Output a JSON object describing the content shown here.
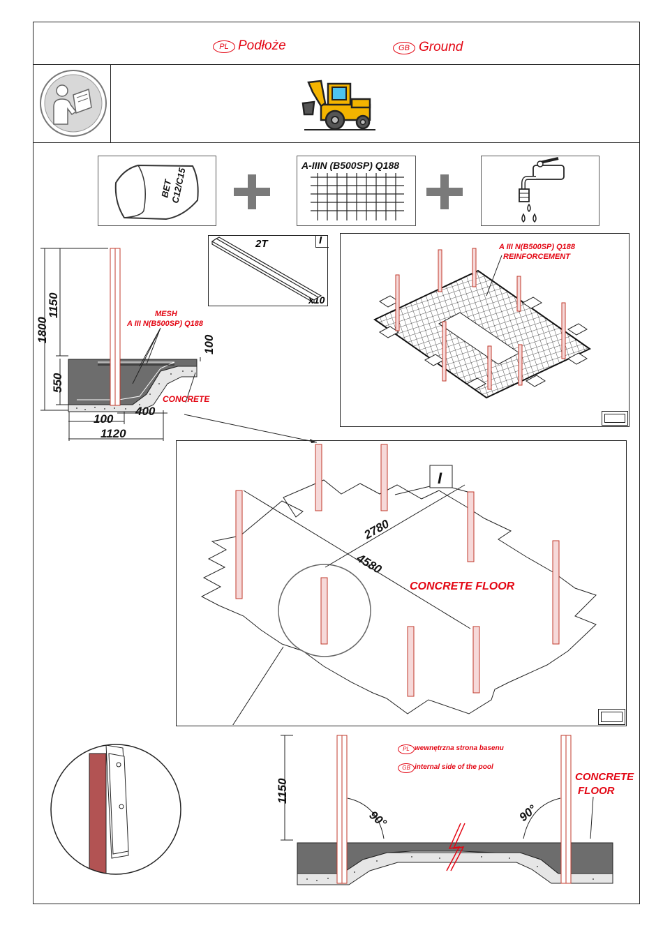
{
  "header": {
    "pl_badge": "PL",
    "pl_title": "Podłoże",
    "gb_badge": "GB",
    "gb_title": "Ground"
  },
  "icons": {
    "manual": "read-manual-icon",
    "excavator": "excavator-icon"
  },
  "materials": {
    "concrete_bag_line1": "BET",
    "concrete_bag_line2": "C12/C15",
    "mesh_title": "A-IIIN (B500SP) Q188",
    "water": "water-tap-icon"
  },
  "profile": {
    "label": "2T",
    "detail_mark": "I",
    "quantity": "x10"
  },
  "cross_section": {
    "dim_1800": "1800",
    "dim_1150": "1150",
    "dim_550": "550",
    "dim_100_right": "100",
    "dim_100_bottom": "100",
    "dim_400": "400",
    "dim_1120": "1120",
    "mesh_label_1": "MESH",
    "mesh_label_2": "A III N(B500SP) Q188",
    "concrete_label": "CONCRETE"
  },
  "reinforcement_view": {
    "label_1": "A III N(B500SP) Q188",
    "label_2": "REINFORCEMENT"
  },
  "floor_plan": {
    "detail_mark": "I",
    "dim_2780": "2780",
    "dim_4580": "4580",
    "floor_label": "CONCRETE FLOOR"
  },
  "bottom_section": {
    "dim_1150": "1150",
    "angle_left": "90°",
    "angle_right": "90°",
    "pl_badge": "PL",
    "pl_note": "wewnętrzna strona basenu",
    "gb_badge": "GB",
    "gb_note": "internal side of the pool",
    "floor_label_1": "CONCRETE",
    "floor_label_2": "FLOOR"
  },
  "colors": {
    "accent_red": "#e30613",
    "post_fill": "#f6d9d9",
    "concrete_grey": "#6d6d6d",
    "plus_grey": "#7a7a7a",
    "excavator_yellow": "#f4b400"
  }
}
